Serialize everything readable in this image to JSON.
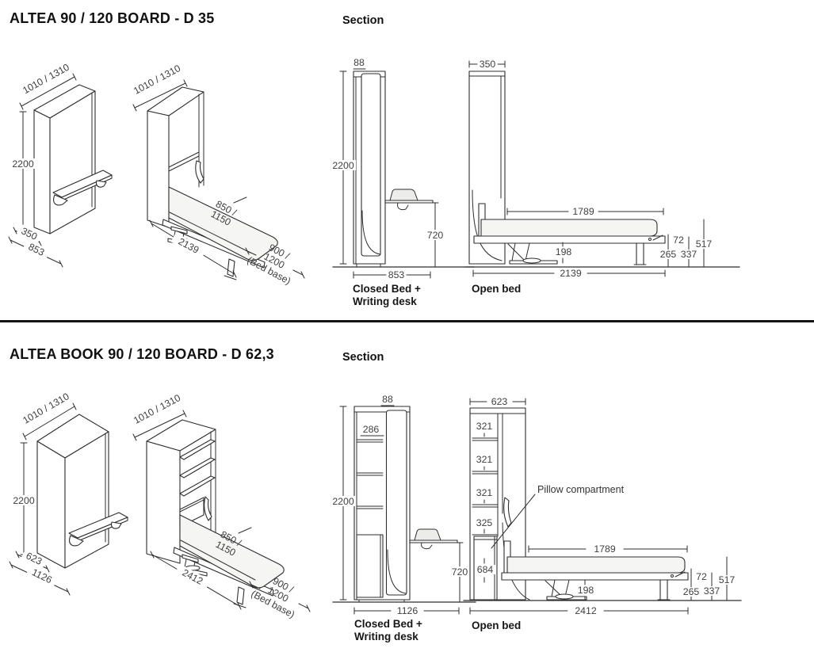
{
  "colors": {
    "line": "#2e2e2e",
    "dim_text": "#3f3f3f",
    "divider": "#141414"
  },
  "top": {
    "title": "ALTEA 90 / 120 BOARD - D 35",
    "section_label": "Section",
    "closed_persp": {
      "width": "1010 / 1310",
      "height": "2200",
      "depth": "350",
      "total_depth": "853"
    },
    "open_persp": {
      "width": "1010 / 1310",
      "mattress_line1": "850 /",
      "mattress_line2": "1150",
      "length": "2139",
      "base_line1": "900 /",
      "base_line2": "1200",
      "base_line3": "(Bed base)"
    },
    "closed_section": {
      "caption_line1": "Closed Bed +",
      "caption_line2": "Writing desk",
      "top_thickness": "88",
      "height": "2200",
      "desk_height": "720",
      "depth": "853"
    },
    "open_section": {
      "caption": "Open bed",
      "depth": "350",
      "mattress_length": "1789",
      "frame_height": "72",
      "support_height": "198",
      "leg_height": "265",
      "frame_top_height": "337",
      "bed_height": "517",
      "length": "2139"
    }
  },
  "bottom": {
    "title": "ALTEA BOOK 90 / 120 BOARD - D 62,3",
    "section_label": "Section",
    "closed_persp": {
      "width": "1010 / 1310",
      "height": "2200",
      "depth": "623",
      "total_depth": "1126"
    },
    "open_persp": {
      "width": "1010 / 1310",
      "mattress_line1": "850 /",
      "mattress_line2": "1150",
      "length": "2412",
      "base_line1": "900 /",
      "base_line2": "1200",
      "base_line3": "(Bed base)"
    },
    "closed_section": {
      "caption_line1": "Closed Bed +",
      "caption_line2": "Writing desk",
      "top_thickness": "88",
      "shelf_depth": "286",
      "height": "2200",
      "desk_height": "720",
      "depth": "1126"
    },
    "open_section": {
      "caption": "Open bed",
      "depth": "623",
      "shelf_gap1": "321",
      "shelf_gap2": "321",
      "shelf_gap3": "321",
      "shelf_gap4": "325",
      "compartment_height": "684",
      "pillow_label": "Pillow compartment",
      "mattress_length": "1789",
      "frame_height": "72",
      "support_height": "198",
      "leg_height": "265",
      "frame_top_height": "337",
      "bed_height": "517",
      "length": "2412"
    }
  }
}
